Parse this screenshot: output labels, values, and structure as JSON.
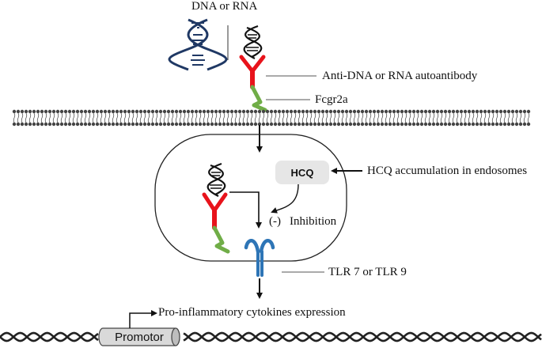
{
  "labels": {
    "dna_or_rna": "DNA or RNA",
    "autoantibody": "Anti-DNA or RNA autoantibody",
    "receptor": "Fcgr2a",
    "hcq": "HCQ",
    "hcq_accumulation": "HCQ accumulation in endosomes",
    "inhibition_sign": "(-)",
    "inhibition": "Inhibition",
    "tlr": "TLR 7 or TLR 9",
    "cytokines": "Pro-inflammatory cytokines expression",
    "promotor": "Promotor"
  },
  "colors": {
    "antibody": "#e8131b",
    "receptor": "#70ad47",
    "tlr": "#2e75b6",
    "dna_helix": "#1f3864",
    "strand": "#111111",
    "hcq_box": "#e6e6e6",
    "promotor_body": "#d9d9d9"
  },
  "icons": {
    "dna_double_helix": "dna-double-helix-icon",
    "rna_strand": "nucleic-acid-strand-icon",
    "antibody": "antibody-y-icon",
    "receptor": "fcgr2a-receptor-icon",
    "tlr": "tlr-receptor-icon",
    "membrane": "lipid-bilayer",
    "endosome": "endosome-compartment",
    "chromosome": "dna-double-helix-chromosome"
  }
}
